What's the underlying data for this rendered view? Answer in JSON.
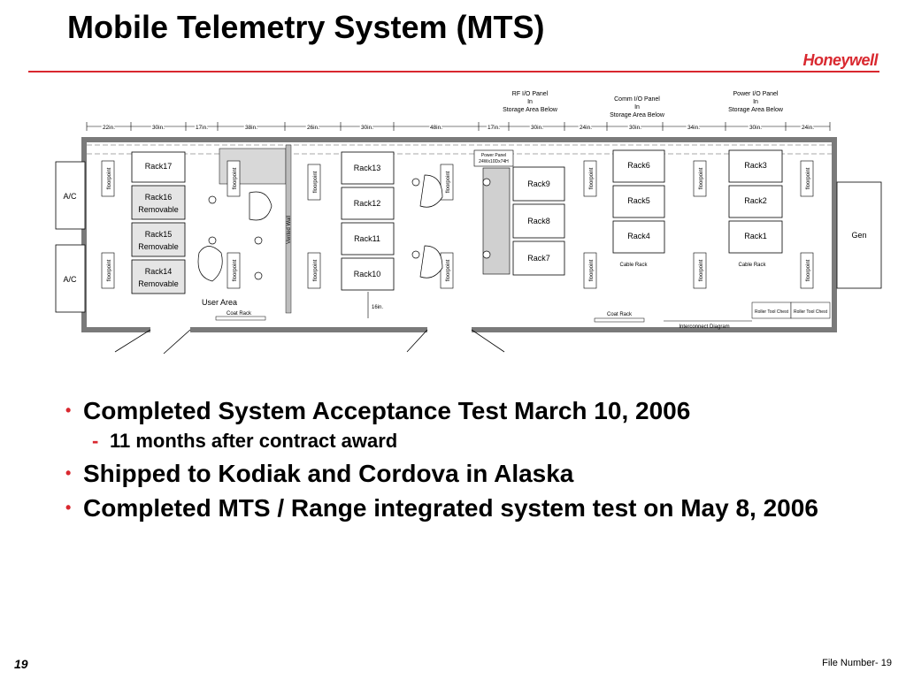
{
  "slide": {
    "title": "Mobile Telemetry System (MTS)",
    "logo": "Honeywell",
    "page_number": "19",
    "file_number": "File Number- 19"
  },
  "bullets": [
    {
      "level": 1,
      "text": "Completed System Acceptance Test March 10, 2006"
    },
    {
      "level": 2,
      "text": "11 months after contract award"
    },
    {
      "level": 1,
      "text": "Shipped to Kodiak and Cordova in Alaska"
    },
    {
      "level": 1,
      "text": "Completed MTS / Range integrated system test on May 8, 2006"
    }
  ],
  "diagram": {
    "panel_notes": {
      "rf": [
        "RF I/O Panel",
        "In",
        "Storage Area Below"
      ],
      "comm": [
        "Comm I/O Panel",
        "In",
        "Storage Area Below"
      ],
      "power": [
        "Power I/O Panel",
        "In",
        "Storage Area Below"
      ]
    },
    "dimensions": [
      "22in.",
      "30in.",
      "17in.",
      "38in.",
      "26in.",
      "30in.",
      "48in.",
      "17in.",
      "30in.",
      "24in.",
      "30in.",
      "34in.",
      "30in.",
      "24in."
    ],
    "ac_units": [
      "A/C",
      "A/C"
    ],
    "generator": "Gen",
    "racks": {
      "r17": "Rack17",
      "r16": [
        "Rack16",
        "Removable"
      ],
      "r15": [
        "Rack15",
        "Removable"
      ],
      "r14": [
        "Rack14",
        "Removable"
      ],
      "r13": "Rack13",
      "r12": "Rack12",
      "r11": "Rack11",
      "r10": "Rack10",
      "r9": "Rack9",
      "r8": "Rack8",
      "r7": "Rack7",
      "r6": "Rack6",
      "r5": "Rack5",
      "r4": "Rack4",
      "r3": "Rack3",
      "r2": "Rack2",
      "r1": "Rack1"
    },
    "power_panel": [
      "Power Panel",
      "24Wx10Dx74H"
    ],
    "floorpoint": "floorpoint",
    "user_area": "User Area",
    "coat_rack": "Coat Rack",
    "cable_rack": "Cable Rack",
    "vented_wall": "Vented Wall",
    "clearance": "16in.",
    "roller_tool_chest": "Roller Tool Chest",
    "interconnect": "Interconnect Diagram"
  },
  "colors": {
    "accent": "#d9282f",
    "rack_fill": "#e5e5e5",
    "wall": "#808080"
  }
}
